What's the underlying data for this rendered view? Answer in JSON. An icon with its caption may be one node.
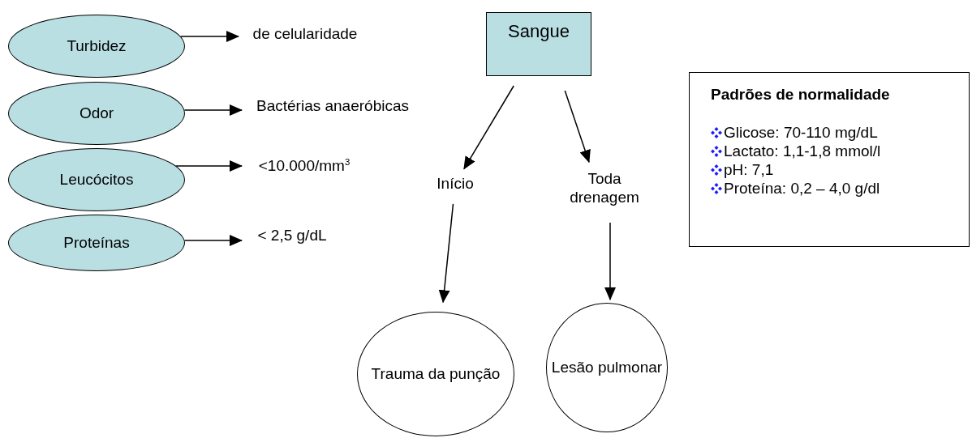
{
  "diagram": {
    "nodes": [
      {
        "text": [
          "Turbidez"
        ]
      },
      {
        "text": [
          "de celularidade"
        ]
      },
      {
        "text": [
          "Odor"
        ]
      },
      {
        "text": [
          "Bactérias anaeróbicas"
        ]
      },
      {
        "text": [
          "Leucócitos"
        ]
      },
      {
        "text": [
          "<10.000/mm$^{3}$"
        ]
      },
      {
        "text": [
          "Proteínas"
        ]
      },
      {
        "text": [
          "< 2,5 g/dL"
        ]
      },
      {
        "text": [
          "Sangue"
        ]
      },
      {
        "text": [
          "Início"
        ]
      },
      {
        "text": [
          "Toda drenagem"
        ]
      },
      {
        "text": [
          "Trauma da punção"
        ]
      },
      {
        "text": [
          "Lesão pulmonar"
        ]
      },
      {
        "text": [
          "Padrões de normalidade",
          "Glicose: 70-110 mg/dL",
          "Lactato: 1,1-1,8 mmol/l",
          "pH: 7,1",
          "Proteína: 0,2 – 4,0 g/dl"
        ]
      }
    ],
    "edges": [
      {
        "from": 0,
        "to": 1,
        "arrow": "to"
      },
      {
        "from": 2,
        "to": 3,
        "arrow": "to"
      },
      {
        "from": 4,
        "to": 5,
        "arrow": "to"
      },
      {
        "from": 6,
        "to": 7,
        "arrow": "to"
      },
      {
        "from": 8,
        "to": 9,
        "arrow": "to"
      },
      {
        "from": 8,
        "to": 10,
        "arrow": "to"
      },
      {
        "from": 9,
        "to": 11,
        "arrow": "to"
      },
      {
        "from": 10,
        "to": 12,
        "arrow": "to"
      }
    ]
  }
}
